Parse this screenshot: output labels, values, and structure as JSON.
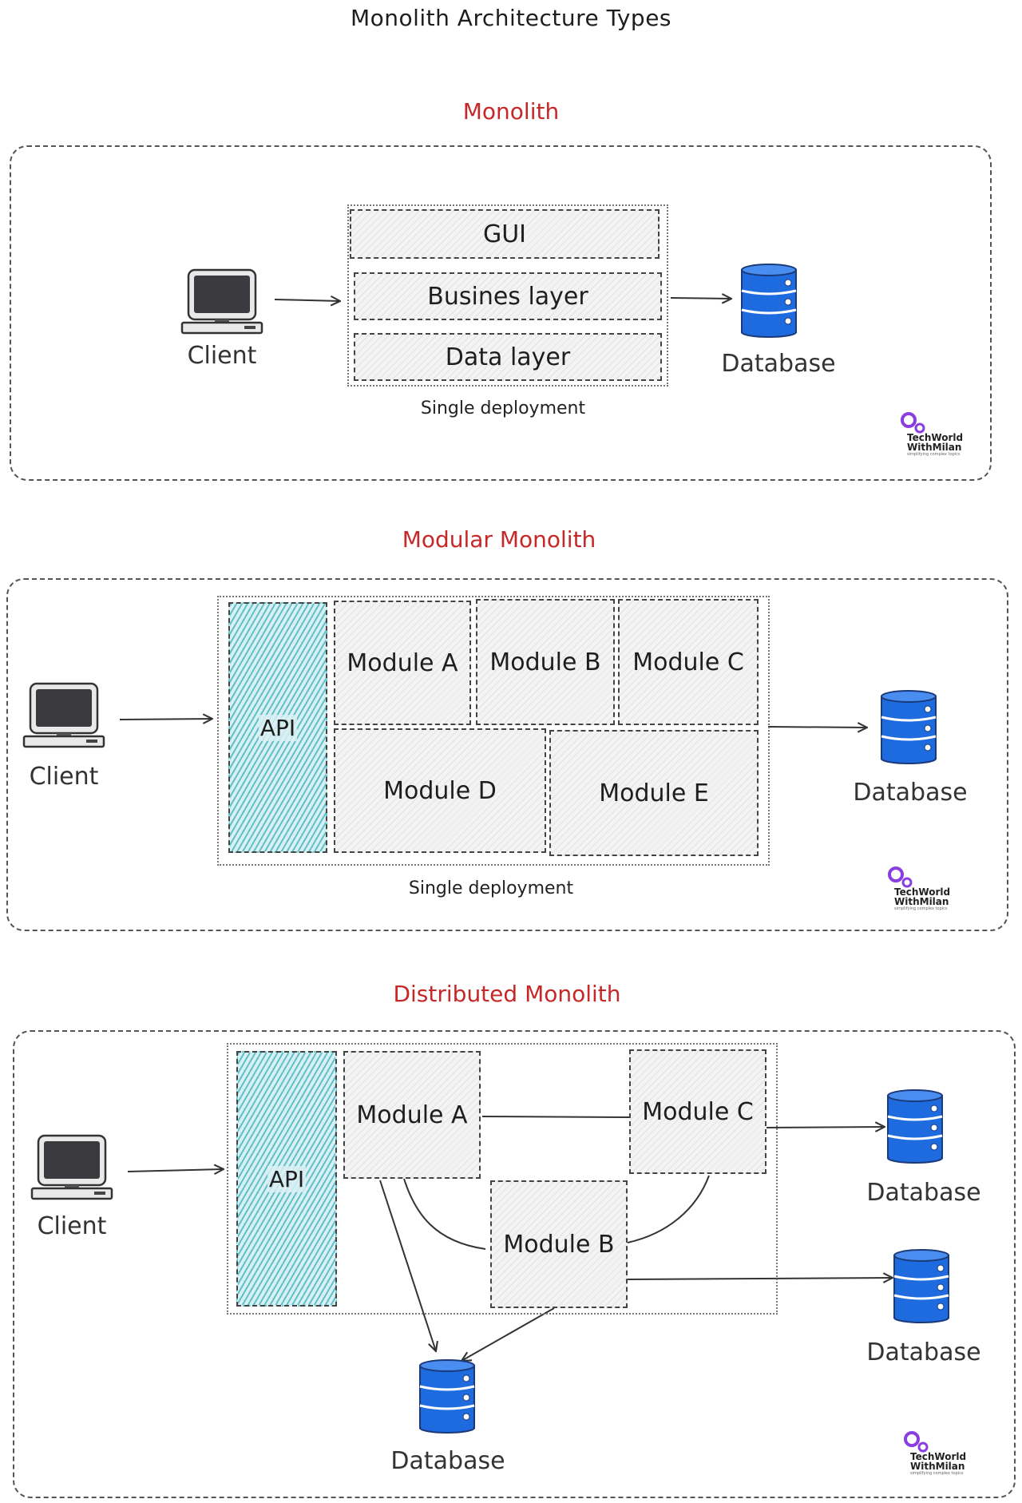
{
  "title": "Monolith Architecture Types",
  "colors": {
    "section_title": "#c62828",
    "database": "#1e6be0",
    "api_fill": "#38b0bd",
    "box_fill": "#f3f3f3"
  },
  "icons": {
    "client": "computer-monitor-icon",
    "database": "database-cylinder-icon",
    "logo": "techworld-logo-icon"
  },
  "logo": {
    "line1": "TechWorld",
    "line2": "WithMilan",
    "tagline": "simplifying complex topics"
  },
  "sections": {
    "monolith": {
      "title": "Monolith",
      "client": "Client",
      "layers": [
        "GUI",
        "Busines layer",
        "Data layer"
      ],
      "database": "Database",
      "deployment": "Single deployment"
    },
    "modular": {
      "title": "Modular Monolith",
      "client": "Client",
      "api": "API",
      "modules": [
        "Module A",
        "Module B",
        "Module C",
        "Module D",
        "Module E"
      ],
      "database": "Database",
      "deployment": "Single deployment"
    },
    "distributed": {
      "title": "Distributed Monolith",
      "client": "Client",
      "api": "API",
      "modules": [
        "Module A",
        "Module C",
        "Module B"
      ],
      "databases": [
        "Database",
        "Database",
        "Database"
      ]
    }
  }
}
